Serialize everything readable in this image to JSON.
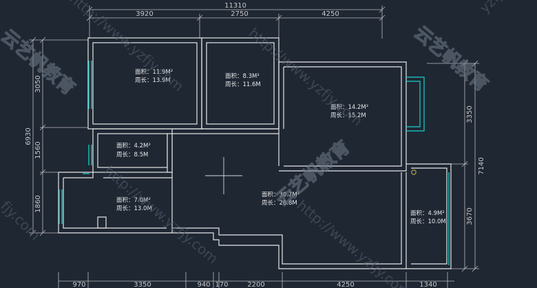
{
  "dimensions": {
    "overall_width": "11310",
    "top_segments": [
      "3920",
      "2750",
      "4250"
    ],
    "bottom_segments": [
      "970",
      "3350",
      "940",
      "170",
      "2200",
      "4250",
      "1340"
    ],
    "left_overall": "6930",
    "left_segments": [
      "3050",
      "1560",
      "1860"
    ],
    "right_overall": "7140",
    "right_segments": [
      "3350",
      "3670"
    ]
  },
  "rooms": [
    {
      "area": "面积：11.9M²",
      "perimeter": "周长：13.9M"
    },
    {
      "area": "面积：8.3M²",
      "perimeter": "周长：11.6M"
    },
    {
      "area": "面积：14.2M²",
      "perimeter": "周长：15.2M"
    },
    {
      "area": "面积：4.2M²",
      "perimeter": "周长：8.5M"
    },
    {
      "area": "面积：7.0M²",
      "perimeter": "周长：13.0M"
    },
    {
      "area": "面积：30.7M²",
      "perimeter": "周长：26.8M"
    },
    {
      "area": "面积：4.9M²",
      "perimeter": "周长：10.0M"
    }
  ],
  "watermarks": {
    "url": "http://www.yzfjy.com",
    "brand_cn": "云艺帆教育",
    "corner_top": "yzfjy",
    "corner_left": "fjy.com"
  },
  "colors": {
    "background": "#1f2733",
    "wall": "#e6e6e6",
    "window": "#18d1c7",
    "dimension": "#bdbdbd"
  }
}
